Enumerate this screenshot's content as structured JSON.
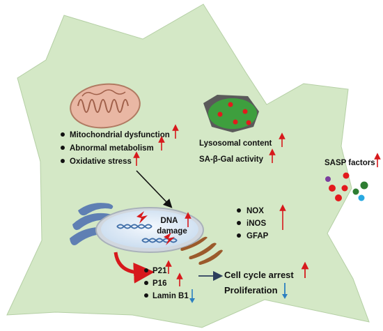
{
  "colors": {
    "cell_fill": "#d4e8c6",
    "up_arrow": "#d7191c",
    "down_arrow": "#2b7fc1",
    "mito_fill": "#e9b7a4",
    "mito_stroke": "#b07a62",
    "lysosome_fill": "#3e9f3e",
    "nucleus_fill": "#dbe9f6",
    "er_fill": "#5f7fb3"
  },
  "icons": [
    "mitochondrion-icon",
    "lysosome-icon",
    "nucleus-icon",
    "dna-icon",
    "lightning-icon",
    "endoplasmic-reticulum-icon",
    "golgi-icon",
    "sasp-particles-icon"
  ],
  "mito": {
    "items": [
      "Mitochondrial dysfunction",
      "Abnormal metabolism",
      "Oxidative stress"
    ]
  },
  "lysosome": {
    "line1": "Lysosomal content",
    "line2": "SA-β-Gal activity"
  },
  "sasp": {
    "label": "SASP factors"
  },
  "nucleus": {
    "line1": "DNA",
    "line2": "damage"
  },
  "inflammation": {
    "items": [
      "NOX",
      "iNOS",
      "GFAP"
    ]
  },
  "markers": {
    "items": [
      "P21",
      "P16",
      "Lamin B1"
    ]
  },
  "outcomes": {
    "arrest": "Cell cycle arrest",
    "proliferation": "Proliferation"
  }
}
